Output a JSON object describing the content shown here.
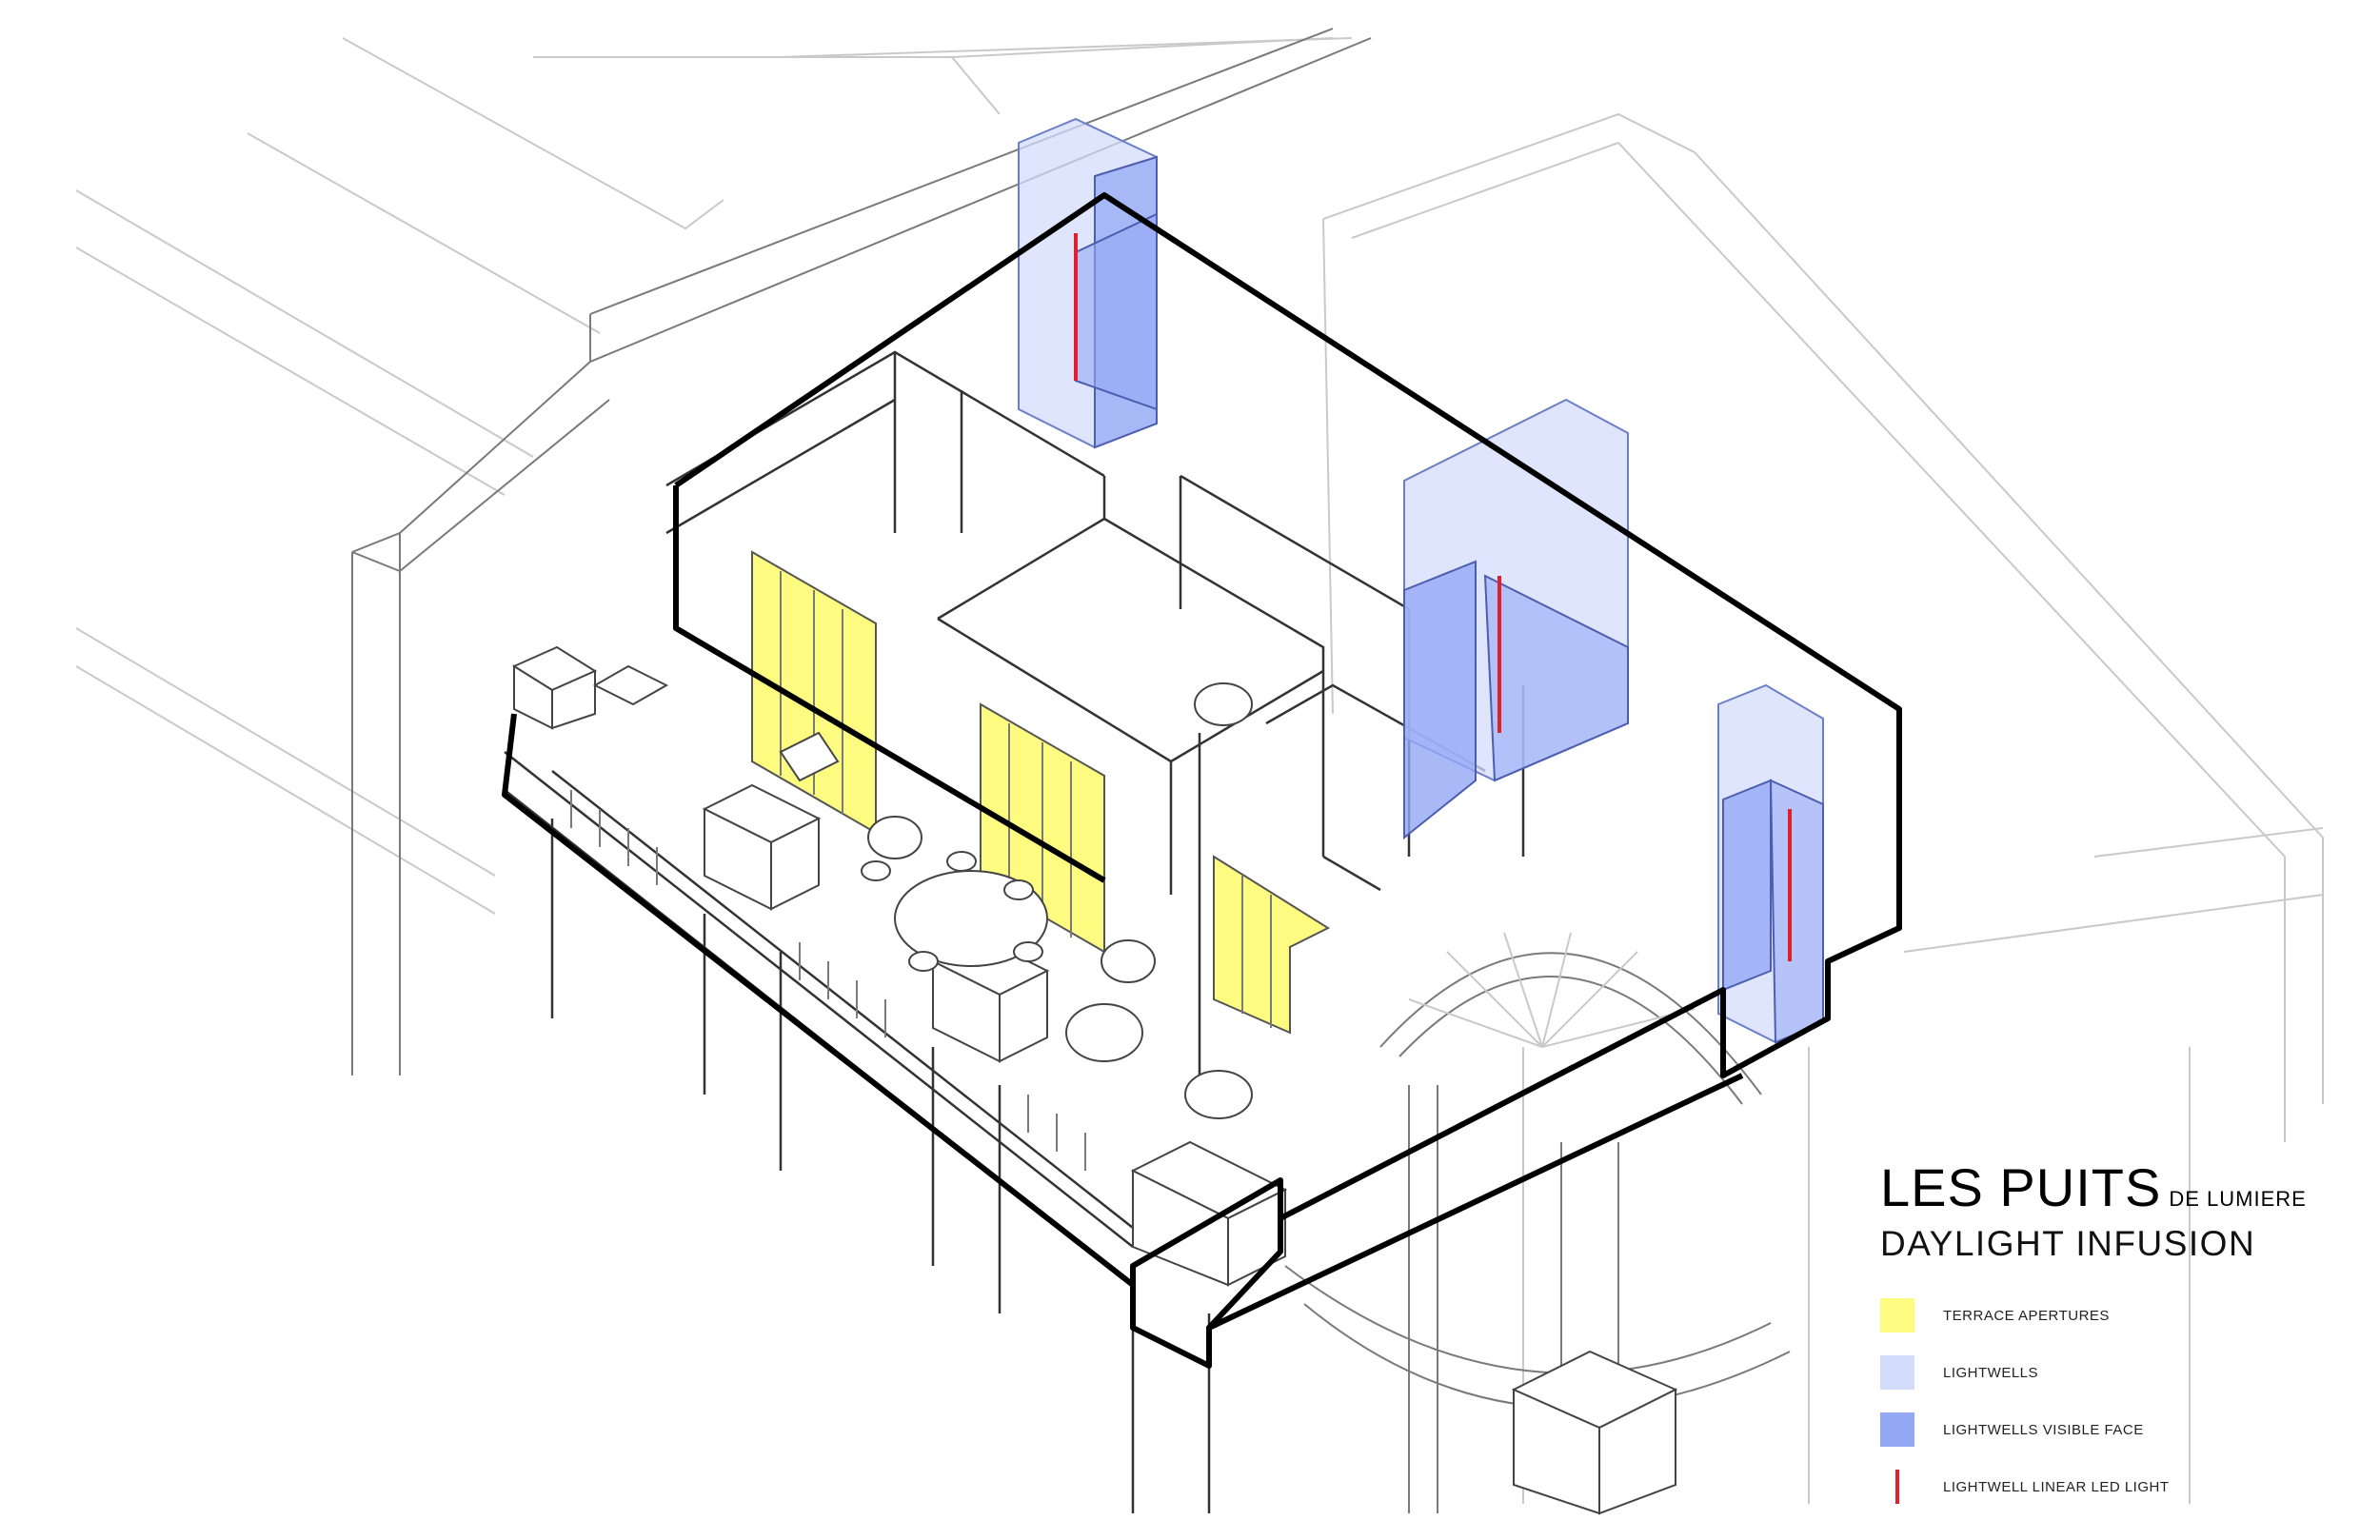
{
  "title": {
    "main": "LES PUITS",
    "suffix": "DE LUMIERE",
    "subtitle": "DAYLIGHT INFUSION"
  },
  "legend": [
    {
      "label": "TERRACE APERTURES",
      "color": "#fdfb80",
      "kind": "swatch"
    },
    {
      "label": "LIGHTWELLS",
      "color": "#d4dcfb",
      "kind": "swatch"
    },
    {
      "label": "LIGHTWELLS VISIBLE FACE",
      "color": "#94a8f5",
      "kind": "swatch"
    },
    {
      "label": "LIGHTWELL LINEAR LED LIGHT",
      "color": "#e0202a",
      "kind": "line"
    }
  ],
  "colors": {
    "aperture": "#fdfb80",
    "lightwell": "#d4dcfb",
    "lightwell_face": "#94a8f5",
    "led": "#e0202a",
    "outline": "#000000"
  }
}
